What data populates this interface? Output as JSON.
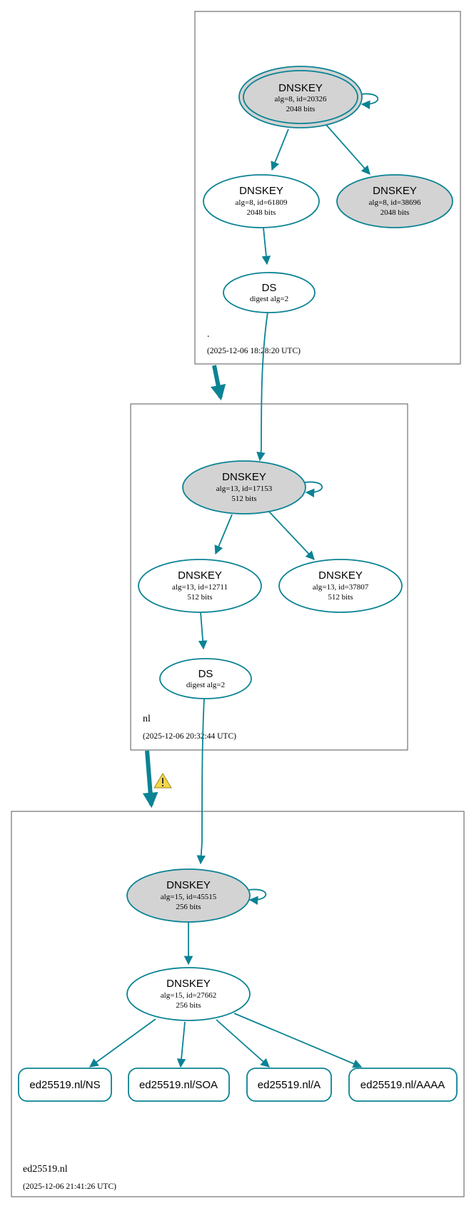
{
  "colors": {
    "edge": "#0a8394",
    "sep_fill": "#d3d3d3",
    "node_fill": "#ffffff",
    "warning": "#f2d64b"
  },
  "zones": {
    "root": {
      "name": ".",
      "timestamp": "(2025-12-06 18:28:20 UTC)"
    },
    "nl": {
      "name": "nl",
      "timestamp": "(2025-12-06 20:32:44 UTC)"
    },
    "ed": {
      "name": "ed25519.nl",
      "timestamp": "(2025-12-06 21:41:26 UTC)"
    }
  },
  "nodes": {
    "root_ksk": {
      "type": "DNSKEY",
      "line1": "alg=8, id=20326",
      "line2": "2048 bits"
    },
    "root_zsk": {
      "type": "DNSKEY",
      "line1": "alg=8, id=61809",
      "line2": "2048 bits"
    },
    "root_ksk2": {
      "type": "DNSKEY",
      "line1": "alg=8, id=38696",
      "line2": "2048 bits"
    },
    "nl_ds": {
      "type": "DS",
      "line1": "digest alg=2"
    },
    "nl_ksk": {
      "type": "DNSKEY",
      "line1": "alg=13, id=17153",
      "line2": "512 bits"
    },
    "nl_zsk": {
      "type": "DNSKEY",
      "line1": "alg=13, id=12711",
      "line2": "512 bits"
    },
    "nl_zsk2": {
      "type": "DNSKEY",
      "line1": "alg=13, id=37807",
      "line2": "512 bits"
    },
    "ed_ds": {
      "type": "DS",
      "line1": "digest alg=2"
    },
    "ed_ksk": {
      "type": "DNSKEY",
      "line1": "alg=15, id=45515",
      "line2": "256 bits"
    },
    "ed_zsk": {
      "type": "DNSKEY",
      "line1": "alg=15, id=27662",
      "line2": "256 bits"
    }
  },
  "rrsets": [
    {
      "label": "ed25519.nl/NS"
    },
    {
      "label": "ed25519.nl/SOA"
    },
    {
      "label": "ed25519.nl/A"
    },
    {
      "label": "ed25519.nl/AAAA"
    }
  ],
  "warning_icon": "warning-triangle-icon"
}
